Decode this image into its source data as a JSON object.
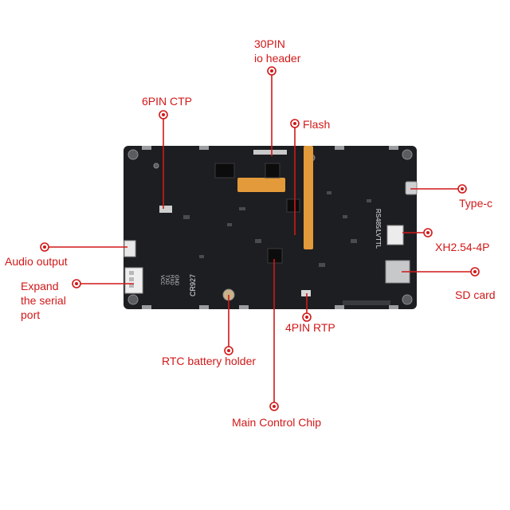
{
  "labels": {
    "io_header": "30PIN\nio header",
    "ctp": "6PIN CTP",
    "flash": "Flash",
    "type_c": "Type-c",
    "xh": "XH2.54-4P",
    "sd": "SD card",
    "audio": "Audio output",
    "serial": "Expand\nthe serial\nport",
    "rtp": "4PIN RTP",
    "rtc": "RTC battery holder",
    "mcu": "Main Control Chip"
  },
  "board": {
    "silk_cr": "CR927",
    "silk_rs": "RS485/LVTTL",
    "silk_pins": [
      "VCC",
      "TXD",
      "RXD",
      "GND"
    ]
  },
  "colors": {
    "accent": "#d11818",
    "pcb": "#1d1e21",
    "flex": "#e39a3a"
  }
}
